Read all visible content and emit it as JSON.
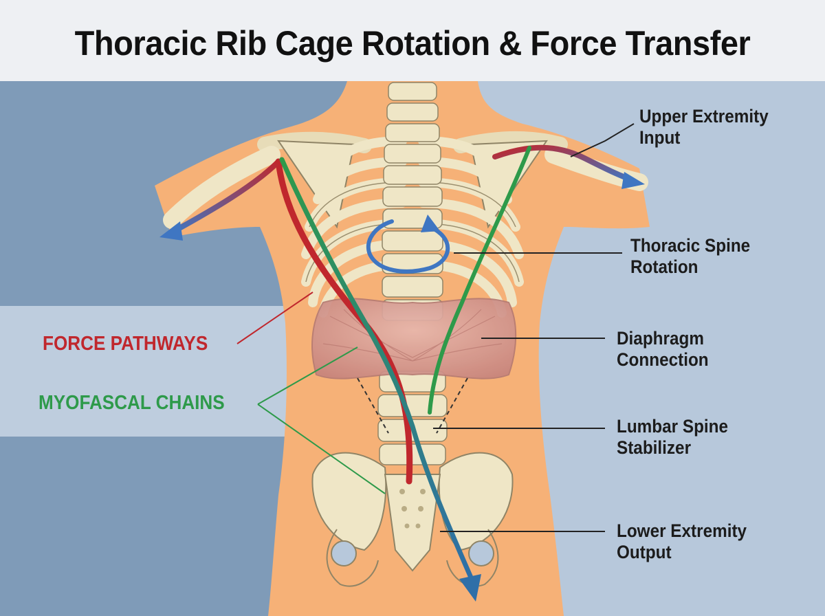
{
  "title": "Thoracic Rib Cage Rotation & Force Transfer",
  "labels": {
    "upper_extremity": [
      "Upper Extremity",
      "Input"
    ],
    "thoracic_spine": [
      "Thoracic Spine",
      "Rotation"
    ],
    "diaphragm": [
      "Diaphragm",
      "Connection"
    ],
    "lumbar_spine": [
      "Lumbar Spine",
      "Stabilizer"
    ],
    "lower_extremity": [
      "Lower Extremity",
      "Output"
    ]
  },
  "legend": {
    "force_pathways": "FORCE PATHWAYS",
    "myofascial_chains": "MYOFASCAL CHAINS"
  },
  "colors": {
    "force_pathway": "#c0272d",
    "myofascial_chain": "#2e9a4a",
    "rotation_arrow": "#3f76c2",
    "skin": "#f6b177",
    "bone": "#efe6c6",
    "background_left": "#7f9bb8",
    "background_right": "#b7c8db",
    "diaphragm": "#d39b93"
  },
  "icons": [
    "rotation-arrow-icon",
    "arrow-left-icon",
    "arrow-right-icon",
    "arrow-down-icon"
  ]
}
